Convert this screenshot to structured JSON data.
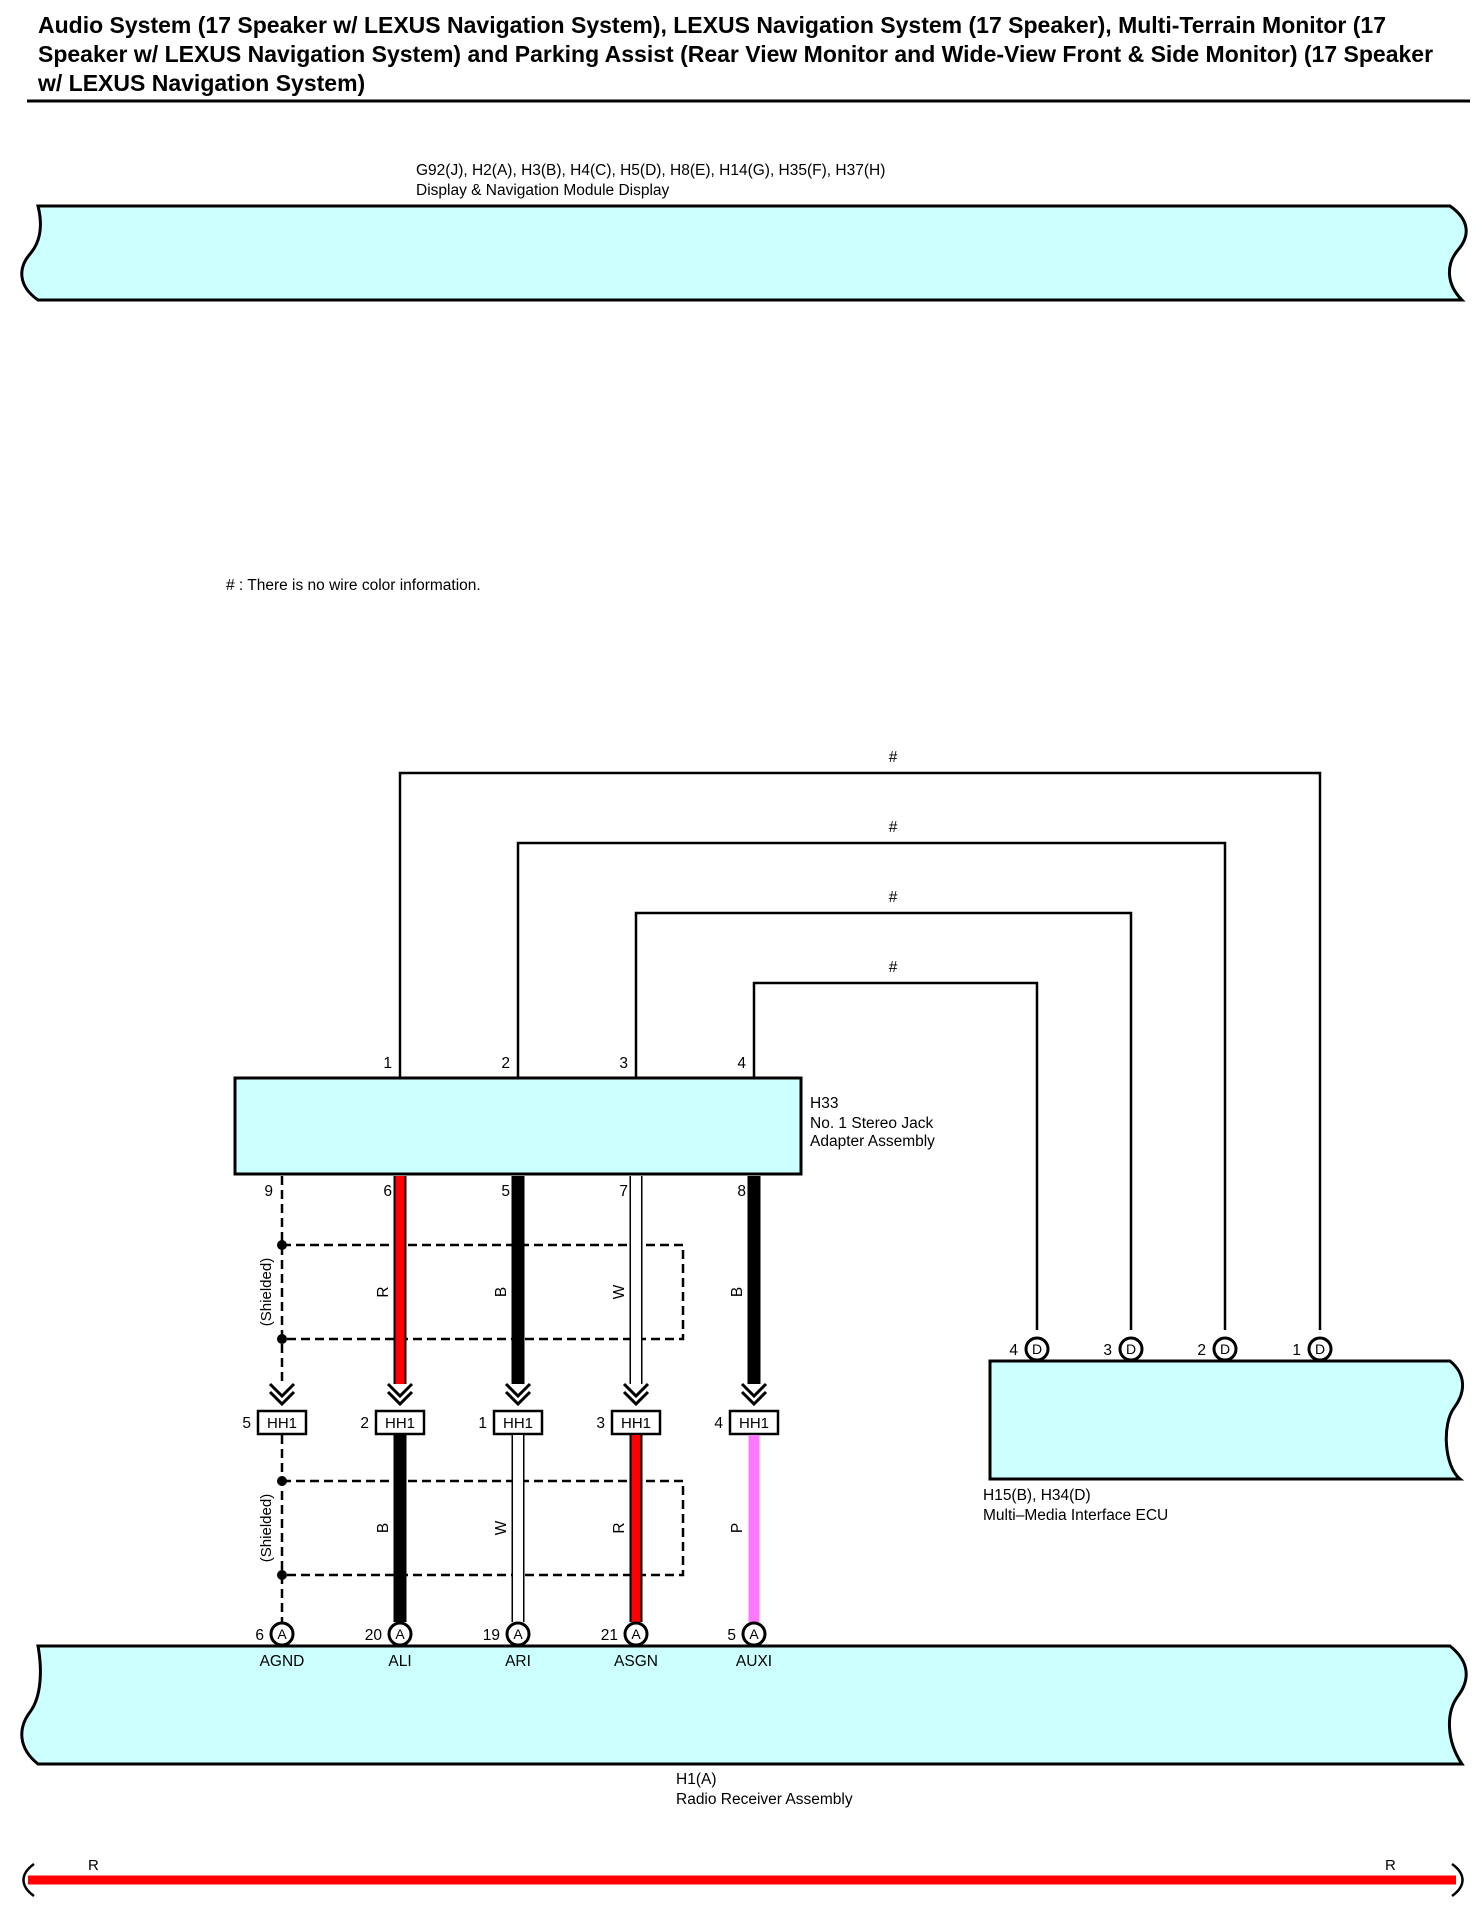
{
  "title": {
    "line1": "Audio System (17 Speaker w/ LEXUS Navigation System), LEXUS Navigation System (17 Speaker), Multi-Terrain Monitor (17",
    "line2": "Speaker w/ LEXUS Navigation System) and Parking Assist (Rear View Monitor and Wide-View Front & Side Monitor) (17 Speaker",
    "line3": "w/ LEXUS Navigation System)"
  },
  "components": {
    "display": {
      "code": "G92(J), H2(A), H3(B), H4(C), H5(D), H8(E), H14(G), H35(F), H37(H)",
      "name": "Display & Navigation Module Display"
    },
    "stereo_jack": {
      "code": "H33",
      "name_line1": "No.  1 Stereo Jack",
      "name_line2": "Adapter Assembly",
      "top_pins": [
        "1",
        "2",
        "3",
        "4"
      ],
      "bottom_pins": [
        "9",
        "6",
        "5",
        "7",
        "8"
      ]
    },
    "mmi_ecu": {
      "code": "H15(B), H34(D)",
      "name": "Multi–Media Interface ECU",
      "pins": [
        {
          "num": "4",
          "conn": "D"
        },
        {
          "num": "3",
          "conn": "D"
        },
        {
          "num": "2",
          "conn": "D"
        },
        {
          "num": "1",
          "conn": "D"
        }
      ]
    },
    "radio": {
      "code": "H1(A)",
      "name": "Radio Receiver Assembly",
      "pins": [
        {
          "num": "6",
          "conn": "A",
          "terminal": "AGND"
        },
        {
          "num": "20",
          "conn": "A",
          "terminal": "ALI"
        },
        {
          "num": "19",
          "conn": "A",
          "terminal": "ARI"
        },
        {
          "num": "21",
          "conn": "A",
          "terminal": "ASGN"
        },
        {
          "num": "5",
          "conn": "A",
          "terminal": "AUXI"
        }
      ]
    }
  },
  "top_wires": [
    {
      "label": "#"
    },
    {
      "label": "#"
    },
    {
      "label": "#"
    },
    {
      "label": "#"
    }
  ],
  "upper_wires": [
    {
      "color_label": "",
      "color": "#000000",
      "style": "dashed"
    },
    {
      "color_label": "R",
      "color": "#ff0000",
      "style": "solid"
    },
    {
      "color_label": "B",
      "color": "#000000",
      "style": "solid"
    },
    {
      "color_label": "W",
      "color": "#ffffff",
      "style": "solid"
    },
    {
      "color_label": "B",
      "color": "#000000",
      "style": "solid"
    }
  ],
  "junctions": [
    {
      "pin": "5",
      "label": "HH1"
    },
    {
      "pin": "2",
      "label": "HH1"
    },
    {
      "pin": "1",
      "label": "HH1"
    },
    {
      "pin": "3",
      "label": "HH1"
    },
    {
      "pin": "4",
      "label": "HH1"
    }
  ],
  "lower_wires": [
    {
      "color_label": "",
      "color": "#000000",
      "style": "dashed"
    },
    {
      "color_label": "B",
      "color": "#000000",
      "style": "solid"
    },
    {
      "color_label": "W",
      "color": "#ffffff",
      "style": "solid"
    },
    {
      "color_label": "R",
      "color": "#ff0000",
      "style": "solid"
    },
    {
      "color_label": "P",
      "color": "#ff77ff",
      "style": "solid"
    }
  ],
  "shield_label": "(Shielded)",
  "note": "# : There is no wire color information.",
  "bottom_bus": {
    "left_label": "R",
    "right_label": "R",
    "color": "#ff0000"
  },
  "colors": {
    "component_fill": "#ccffff",
    "outline": "#000000"
  }
}
